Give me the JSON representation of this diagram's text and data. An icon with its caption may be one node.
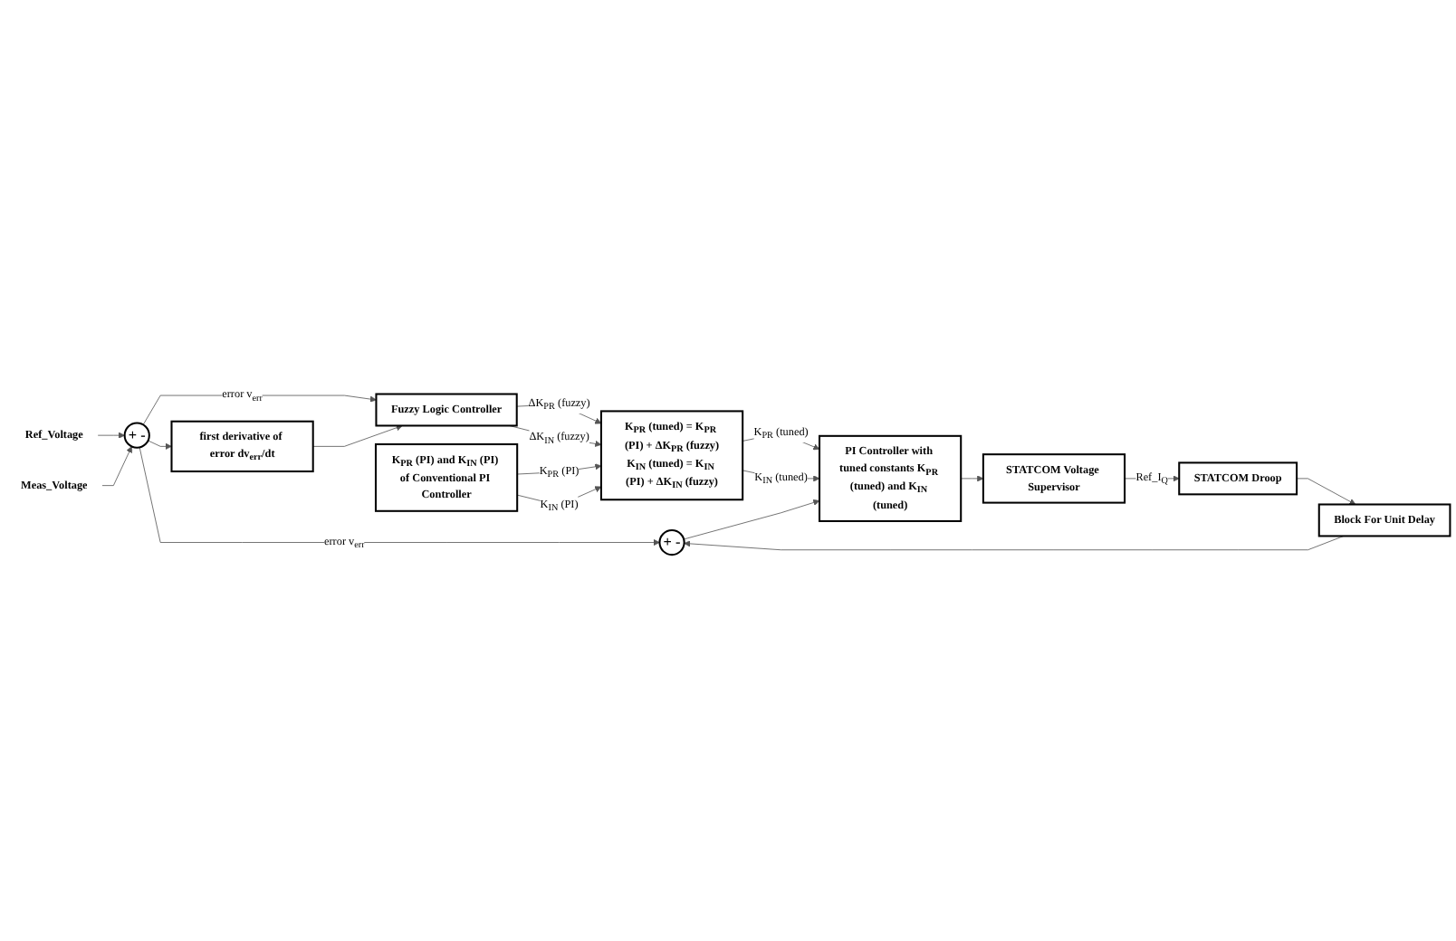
{
  "diagram": {
    "nodes": [
      {
        "text": [
          "Ref_Voltage"
        ]
      },
      {
        "text": [
          "Meas_Voltage"
        ]
      },
      {
        "text": [
          "+",
          "-"
        ]
      },
      {
        "text": [
          "+",
          "-"
        ]
      },
      {
        "text": [
          "first derivative of error dv$_{err}$/dt"
        ]
      },
      {
        "text": [
          "Fuzzy Logic Controller"
        ]
      },
      {
        "text": [
          "K$_{PR}$ (tuned) = K$_{PR}$ (PI) + ΔK$_{PR}$ (fuzzy)",
          "K$_{IN}$ (tuned) = K$_{IN}$ (PI) + ΔK$_{IN}$ (fuzzy)"
        ]
      },
      {
        "text": [
          "K$_{PR}$ (PI) and K$_{IN}$ (PI) of Conventional PI Controller"
        ]
      },
      {
        "text": [
          "PI Controller with tuned constants K$_{PR}$ (tuned) and K$_{IN}$ (tuned)"
        ]
      },
      {
        "text": [
          "STATCOM Voltage Supervisor"
        ]
      },
      {
        "text": [
          "STATCOM Droop"
        ]
      },
      {
        "text": [
          "Block For Unit Delay"
        ]
      }
    ],
    "edges": [
      {
        "from": 0,
        "to": 2,
        "arrow": "to"
      },
      {
        "from": 1,
        "to": 2,
        "arrow": "to"
      },
      {
        "from": 2,
        "to": 3,
        "arrow": "to",
        "label": "error v$_{err}$"
      },
      {
        "from": 2,
        "to": 5,
        "arrow": "to",
        "label": "error v$_{err}$"
      },
      {
        "from": 2,
        "to": 4,
        "arrow": "to"
      },
      {
        "from": 4,
        "to": 5,
        "arrow": "to"
      },
      {
        "from": 5,
        "to": 6,
        "arrow": "to",
        "label": "ΔK$_{PR}$ (fuzzy)"
      },
      {
        "from": 5,
        "to": 6,
        "arrow": "to",
        "label": "ΔK$_{IN}$ (fuzzy)"
      },
      {
        "from": 7,
        "to": 6,
        "arrow": "to",
        "label": "K$_{PR}$ (PI)"
      },
      {
        "from": 7,
        "to": 6,
        "arrow": "to",
        "label": "K$_{IN}$ (PI)"
      },
      {
        "from": 6,
        "to": 8,
        "arrow": "to",
        "label": "K$_{PR}$ (tuned)"
      },
      {
        "from": 6,
        "to": 8,
        "arrow": "to",
        "label": "K$_{IN}$ (tuned)"
      },
      {
        "from": 3,
        "to": 8,
        "arrow": "to"
      },
      {
        "from": 8,
        "to": 9,
        "arrow": "to"
      },
      {
        "from": 9,
        "to": 10,
        "arrow": "to",
        "label": "Ref_I$_{Q}$"
      },
      {
        "from": 10,
        "to": 11,
        "arrow": "to"
      },
      {
        "from": 11,
        "to": 3,
        "arrow": "to"
      }
    ]
  }
}
